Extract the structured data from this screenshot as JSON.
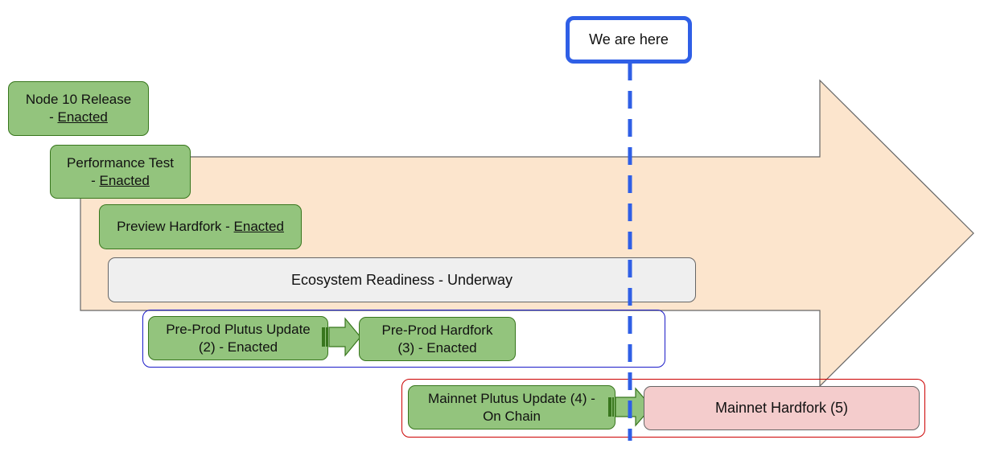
{
  "marker": {
    "label": "We are here"
  },
  "steps": {
    "node10": {
      "line1": "Node 10 Release",
      "prefix": "- ",
      "status": "Enacted"
    },
    "perf": {
      "line1": "Performance Test",
      "prefix": "- ",
      "status": "Enacted"
    },
    "preview": {
      "text": "Preview Hardfork - ",
      "status": "Enacted"
    },
    "ecosystem": {
      "text": "Ecosystem Readiness - Underway"
    },
    "preprod_plutus": {
      "line1": "Pre-Prod Plutus Update",
      "line2": "(2) - Enacted"
    },
    "preprod_hardfork": {
      "line1": "Pre-Prod Hardfork",
      "line2": "(3) - Enacted"
    },
    "mainnet_plutus": {
      "line1": "Mainnet Plutus Update (4) -",
      "line2": "On Chain"
    },
    "mainnet_hardfork": {
      "text": "Mainnet Hardfork (5)"
    }
  },
  "colors": {
    "enacted_fill": "#93c47d",
    "timeline_fill": "#fce5cd",
    "marker_blue": "#2f5fe6",
    "preprod_group": "#1a1ac8",
    "mainnet_group": "#cc0000",
    "pending_fill": "#f4cccc"
  }
}
